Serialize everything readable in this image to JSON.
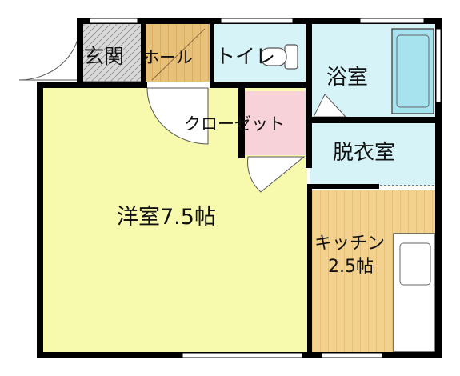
{
  "rooms": {
    "genkan": "玄関",
    "hall": "ホール",
    "toilet": "トイレ",
    "bath": "浴室",
    "closet": "クローゼット",
    "dressing": "脱衣室",
    "western_room": "洋室7.5帖",
    "kitchen_line1": "キッチン",
    "kitchen_line2": "2.5帖"
  },
  "colors": {
    "wall": "#000000",
    "western_room": "#f7f9ad",
    "hall_floor": "#e7c07a",
    "kitchen_floor": "#f3d28f",
    "wet_area": "#d6f3f8",
    "bathtub": "#a6e3ef",
    "closet": "#f7d2d8",
    "genkan_floor": "#d9d9d9"
  }
}
